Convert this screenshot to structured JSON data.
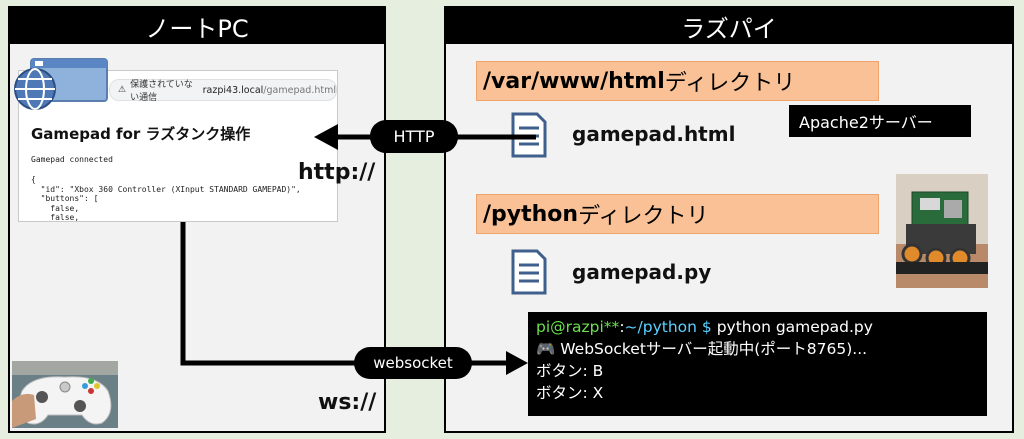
{
  "left_panel": {
    "title": "ノートPC",
    "browser": {
      "security_warning": "保護されていない通信",
      "url_host": "razpi43.local",
      "url_path": "/gamepad.html",
      "page_title": "Gamepad for ラズタンク操作",
      "status": "Gamepad connected",
      "json_text": "{\n  \"id\": \"Xbox 360 Controller (XInput STANDARD GAMEPAD)\",\n  \"buttons\": [\n    false,\n    false,"
    },
    "http_label": "http://",
    "ws_label": "ws://"
  },
  "right_panel": {
    "title": "ラズパイ",
    "html_dir": {
      "bold": "/var/www/html",
      "suffix": " ディレクトリ"
    },
    "html_file": "gamepad.html",
    "apache_label": "Apache2サーバー",
    "python_dir": {
      "bold": "/python",
      "suffix": " ディレクトリ"
    },
    "python_file": "gamepad.py",
    "terminal": {
      "prompt_user": "pi@razpi**",
      "prompt_sep": ":",
      "prompt_path": "~/python $",
      "command": " python gamepad.py",
      "line2_icon": "🎮",
      "line2": " WebSocketサーバー起動中(ポート8765)...",
      "line3": "ボタン: B",
      "line4": "ボタン: X"
    }
  },
  "connections": {
    "http_pill": "HTTP",
    "websocket_pill": "websocket"
  }
}
